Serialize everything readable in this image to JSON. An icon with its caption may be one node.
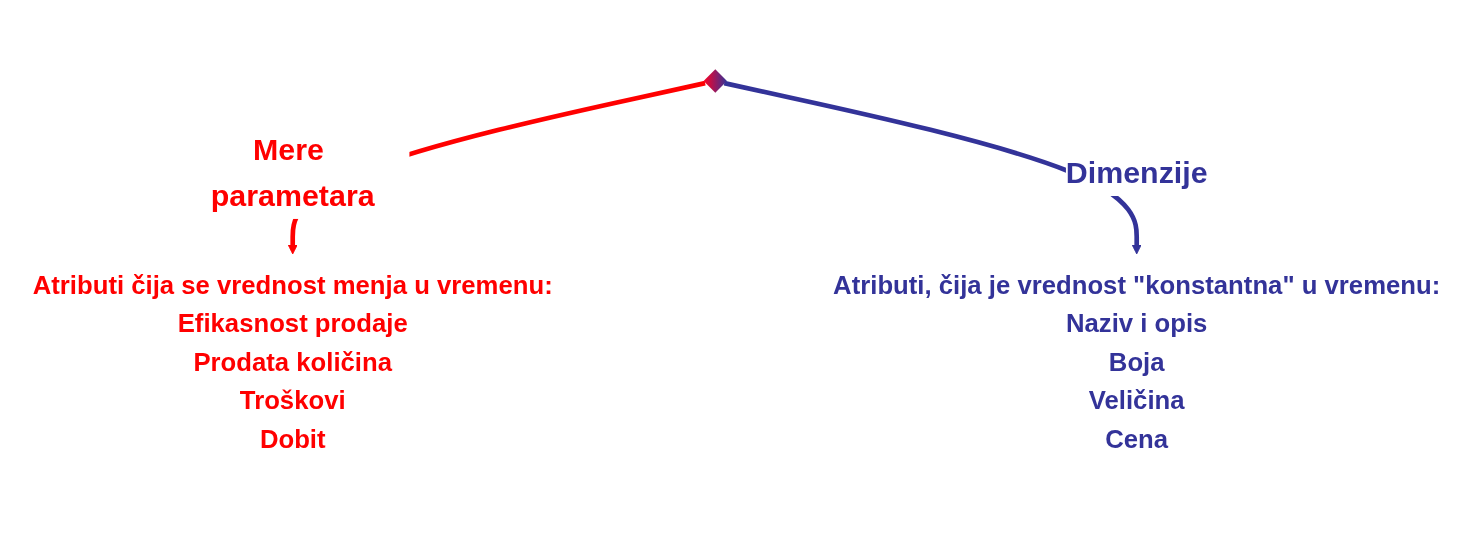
{
  "diagram": {
    "nodes": [
      {
        "text": [],
        "shape": "diamond"
      },
      {
        "text": [
          "Atributi čija se vrednost menja u vremenu:",
          "Efikasnost prodaje",
          "Prodata količina",
          "Troškovi",
          "Dobit"
        ]
      },
      {
        "text": [
          "Atributi, čija je vrednost \"konstantna\" u vremenu:",
          "Naziv i opis",
          "Boja",
          "Veličina",
          "Cena"
        ]
      }
    ],
    "edges": [
      {
        "from": 0,
        "to": 1,
        "arrow": "to",
        "label": "Mere parametara",
        "color": "#ff0000"
      },
      {
        "from": 0,
        "to": 2,
        "arrow": "to",
        "label": "Dimenzije",
        "color": "#333399"
      }
    ]
  }
}
